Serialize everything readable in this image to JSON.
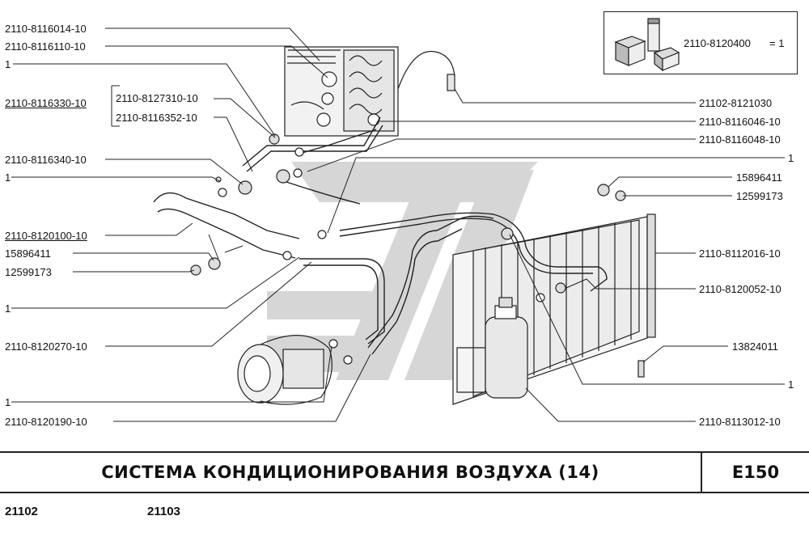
{
  "labels_left": [
    {
      "id": "l1",
      "text": "2110-8116014-10",
      "underline": false
    },
    {
      "id": "l2",
      "text": "2110-8116110-10",
      "underline": false
    },
    {
      "id": "l3",
      "text": "1",
      "underline": false
    },
    {
      "id": "l4",
      "text": "2110-8116330-10",
      "underline": true
    },
    {
      "id": "l5",
      "text": "2110-8127310-10",
      "underline": false
    },
    {
      "id": "l6",
      "text": "2110-8116352-10",
      "underline": false
    },
    {
      "id": "l7",
      "text": "2110-8116340-10",
      "underline": false
    },
    {
      "id": "l8",
      "text": "1",
      "underline": false
    },
    {
      "id": "l9",
      "text": "2110-8120100-10",
      "underline": true
    },
    {
      "id": "l10",
      "text": "15896411",
      "underline": false
    },
    {
      "id": "l11",
      "text": "12599173",
      "underline": false
    },
    {
      "id": "l12",
      "text": "1",
      "underline": false
    },
    {
      "id": "l13",
      "text": "2110-8120270-10",
      "underline": false
    },
    {
      "id": "l14",
      "text": "1",
      "underline": false
    },
    {
      "id": "l15",
      "text": "2110-8120190-10",
      "underline": false
    }
  ],
  "labels_right": [
    {
      "id": "r1",
      "text": "21102-8121030"
    },
    {
      "id": "r2",
      "text": "2110-8116046-10"
    },
    {
      "id": "r3",
      "text": "2110-8116048-10"
    },
    {
      "id": "r4",
      "text": "1"
    },
    {
      "id": "r5",
      "text": "15896411"
    },
    {
      "id": "r6",
      "text": "12599173"
    },
    {
      "id": "r7",
      "text": "2110-8112016-10"
    },
    {
      "id": "r8",
      "text": "2110-8120052-10"
    },
    {
      "id": "r9",
      "text": "13824011"
    },
    {
      "id": "r10",
      "text": "1"
    },
    {
      "id": "r11",
      "text": "2110-8113012-10"
    }
  ],
  "inset": {
    "part": "2110-8120400",
    "qty": "= 1"
  },
  "title": "СИСТЕМА  КОНДИЦИОНИРОВАНИЯ  ВОЗДУХА (14)",
  "page_code": "E150",
  "models": [
    "21102",
    "21103"
  ],
  "colors": {
    "line": "#222222",
    "watermark": "#cfcfcf",
    "part_fill": "#e6e6e6"
  }
}
